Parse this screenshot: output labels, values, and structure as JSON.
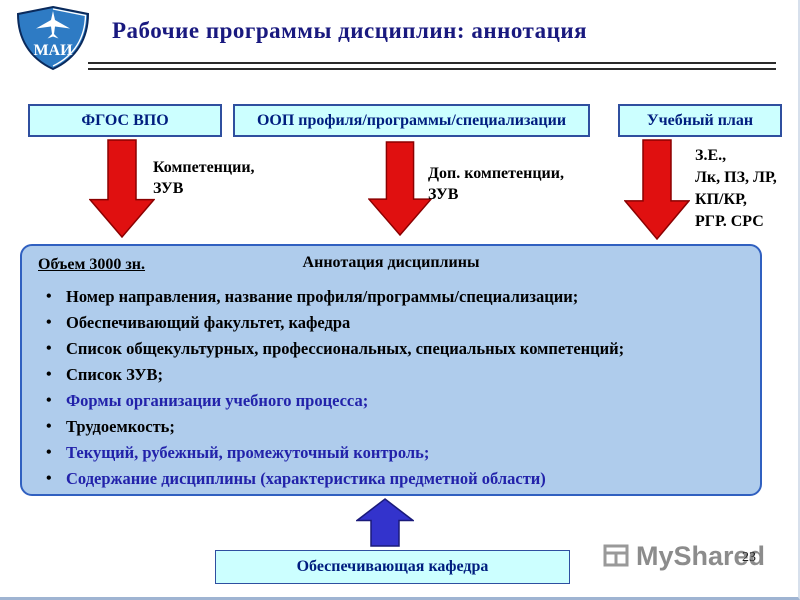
{
  "slide": {
    "title": "Рабочие программы дисциплин: аннотация",
    "page_number": "23"
  },
  "logo": {
    "text": "МАИ"
  },
  "top_boxes": [
    {
      "label": "ФГОС ВПО"
    },
    {
      "label": "ООП профиля/программы/специализации"
    },
    {
      "label": "Учебный план"
    }
  ],
  "arrow_labels": [
    "Компетенции,\nЗУВ",
    "Доп. компетенции,\nЗУВ",
    "З.Е.,\nЛк, ПЗ, ЛР,\nКП/КР,\nРГР. СРС"
  ],
  "annotation": {
    "volume": "Объем 3000 зн.",
    "heading": "Аннотация дисциплины",
    "items": [
      "Номер направления, название профиля/программы/специализации;",
      "Обеспечивающий факультет, кафедра",
      "Список общекультурных, профессиональных, специальных компетенций;",
      "Список ЗУВ;",
      "Формы организации учебного процесса;",
      "Трудоемкость;",
      "Текущий, рубежный, промежуточный контроль;",
      "Содержание дисциплины (характеристика предметной области)"
    ]
  },
  "bottom_box": {
    "label": "Обеспечивающая кафедра"
  },
  "watermark": {
    "text": "MyShared"
  },
  "colors": {
    "title_text": "#19197F",
    "top_box_bg": "#CCFFFF",
    "top_box_border": "#2F4F9F",
    "arrow_red": "#E01010",
    "panel_bg": "#AFCCEC",
    "panel_border": "#3060C0",
    "blue_item_text": "#2222AA",
    "up_arrow_blue": "#3333CC"
  }
}
